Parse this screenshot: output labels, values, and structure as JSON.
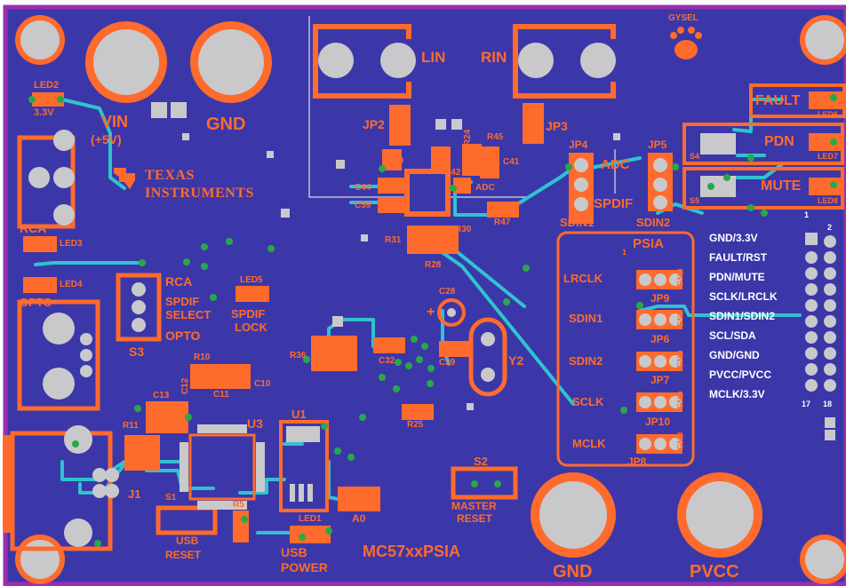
{
  "colors": {
    "board": "#3b37a8",
    "outline": "#9b2fb0",
    "copper": "#ff6b2d",
    "pad": "#c9c9cc",
    "trace": "#31c2cf",
    "via": "#29a84a",
    "silk_white": "#ffffff"
  },
  "labels": {
    "lin": "LIN",
    "rin": "RIN",
    "gysel": "GYSEL",
    "vin": "VIN",
    "vin_sub": "(+5V)",
    "gnd_top": "GND",
    "led2": "LED2",
    "v33": "3.3V",
    "ti_top": "Texas",
    "ti_bottom": "Instruments",
    "jp2": "JP2",
    "jp3": "JP3",
    "c40": "C40",
    "c44": "C44",
    "c39": "C39",
    "c42": "C42",
    "c41": "C41",
    "r24": "R24",
    "r45": "R45",
    "adc_small": "ADC",
    "r31": "R31",
    "r28": "R28",
    "r30": "R30",
    "r47": "R47",
    "jp4": "JP4",
    "jp5": "JP5",
    "adc": "ADC",
    "spdif_mid": "SPDIF",
    "sdin1": "SDIN1",
    "sdin2": "SDIN2",
    "fault": "FAULT",
    "led6": "LED6",
    "pdn": "PDN",
    "led7": "LED7",
    "s4": "S4",
    "mute": "MUTE",
    "led8": "LED8",
    "s5": "S5",
    "rca": "RCA",
    "led3": "LED3",
    "led4": "LED4",
    "opto": "OPTO",
    "rca2": "RCA",
    "spdif": "SPDIF",
    "select": "SELECT",
    "opto2": "OPTO",
    "s3": "S3",
    "led5": "LED5",
    "spdif2": "SPDIF",
    "lock": "LOCK",
    "c28": "C28",
    "plus": "+",
    "r36": "R36",
    "c32": "C32",
    "c29": "C29",
    "y2": "Y2",
    "r10": "R10",
    "c13": "C13",
    "c12": "C12",
    "c11": "C11",
    "c10": "C10",
    "r11": "R11",
    "u3": "U3",
    "j1": "J1",
    "u1": "U1",
    "r25": "R25",
    "a0": "A0",
    "s1": "S1",
    "r5": "R5",
    "usb": "USB",
    "reset": "RESET",
    "led1": "LED1",
    "usb2": "USB",
    "power": "POWER",
    "board_name": "MC57xxPSIA",
    "s2": "S2",
    "master": "MASTER",
    "reset2": "RESET",
    "gnd_bottom": "GND",
    "pvcc": "PVCC",
    "psia": "PSIA",
    "pin1": "1",
    "lrclk": "LRCLK",
    "jp9": "JP9",
    "sdin1_b": "SDIN1",
    "jp6": "JP6",
    "sdin2_b": "SDIN2",
    "jp7": "JP7",
    "sclk": "SCLK",
    "jp10": "JP10",
    "mclk": "MCLK",
    "jp8": "JP8",
    "gnd_row": "GND",
    "hdr_pin1": "1",
    "hdr_pin2": "2",
    "hdr_pin17": "17",
    "hdr_pin18": "18"
  },
  "header_rows": [
    "GND/3.3V",
    "FAULT/RST",
    "PDN/MUTE",
    "SCLK/LRCLK",
    "SDIN1/SDIN2",
    "SCL/SDA",
    "GND/GND",
    "PVCC/PVCC",
    "MCLK/3.3V"
  ]
}
